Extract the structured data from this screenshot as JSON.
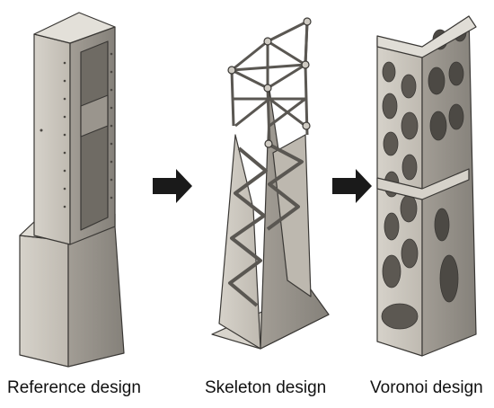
{
  "captions": {
    "reference": "Reference design",
    "skeleton": "Skeleton design",
    "voronoi": "Voronoi design"
  },
  "colors": {
    "face_light": "#c9c5bd",
    "face_mid": "#b6b1a8",
    "face_dark": "#8e8a82",
    "edge": "#3a3835",
    "arrow": "#1a1a1a"
  },
  "icons": [
    "arrow-right-icon",
    "arrow-right-icon"
  ]
}
